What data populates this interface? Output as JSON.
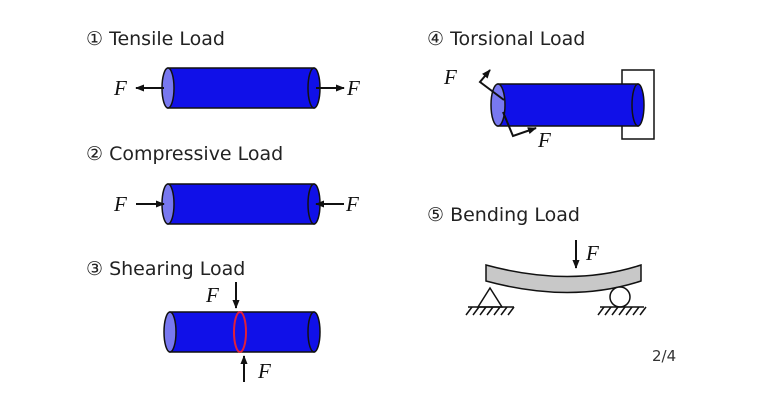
{
  "panels": [
    {
      "title": "① Tensile Load",
      "force_label": "F"
    },
    {
      "title": "② Compressive Load",
      "force_label": "F"
    },
    {
      "title": "③ Shearing Load",
      "force_label": "F"
    },
    {
      "title": "④ Torsional Load",
      "force_label": "F"
    },
    {
      "title": "⑤ Bending Load",
      "force_label": "F"
    }
  ],
  "page": {
    "number": "2/4"
  },
  "colors": {
    "cylinder_body": "#1010e8",
    "cylinder_end": "#7878f0",
    "shear_plane": "#e0203a",
    "beam": "#c8c8c8",
    "outline": "#111111"
  }
}
